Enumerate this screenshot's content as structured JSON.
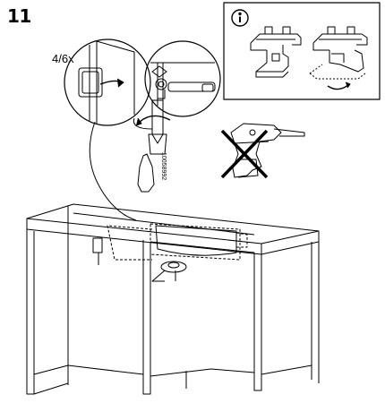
{
  "instruction": {
    "step_number": "11",
    "quantity_label": "4/6x",
    "part_number": "10058992",
    "info_icon": "info-icon",
    "no_power_drill_icon": "crossed-out-drill-icon"
  }
}
